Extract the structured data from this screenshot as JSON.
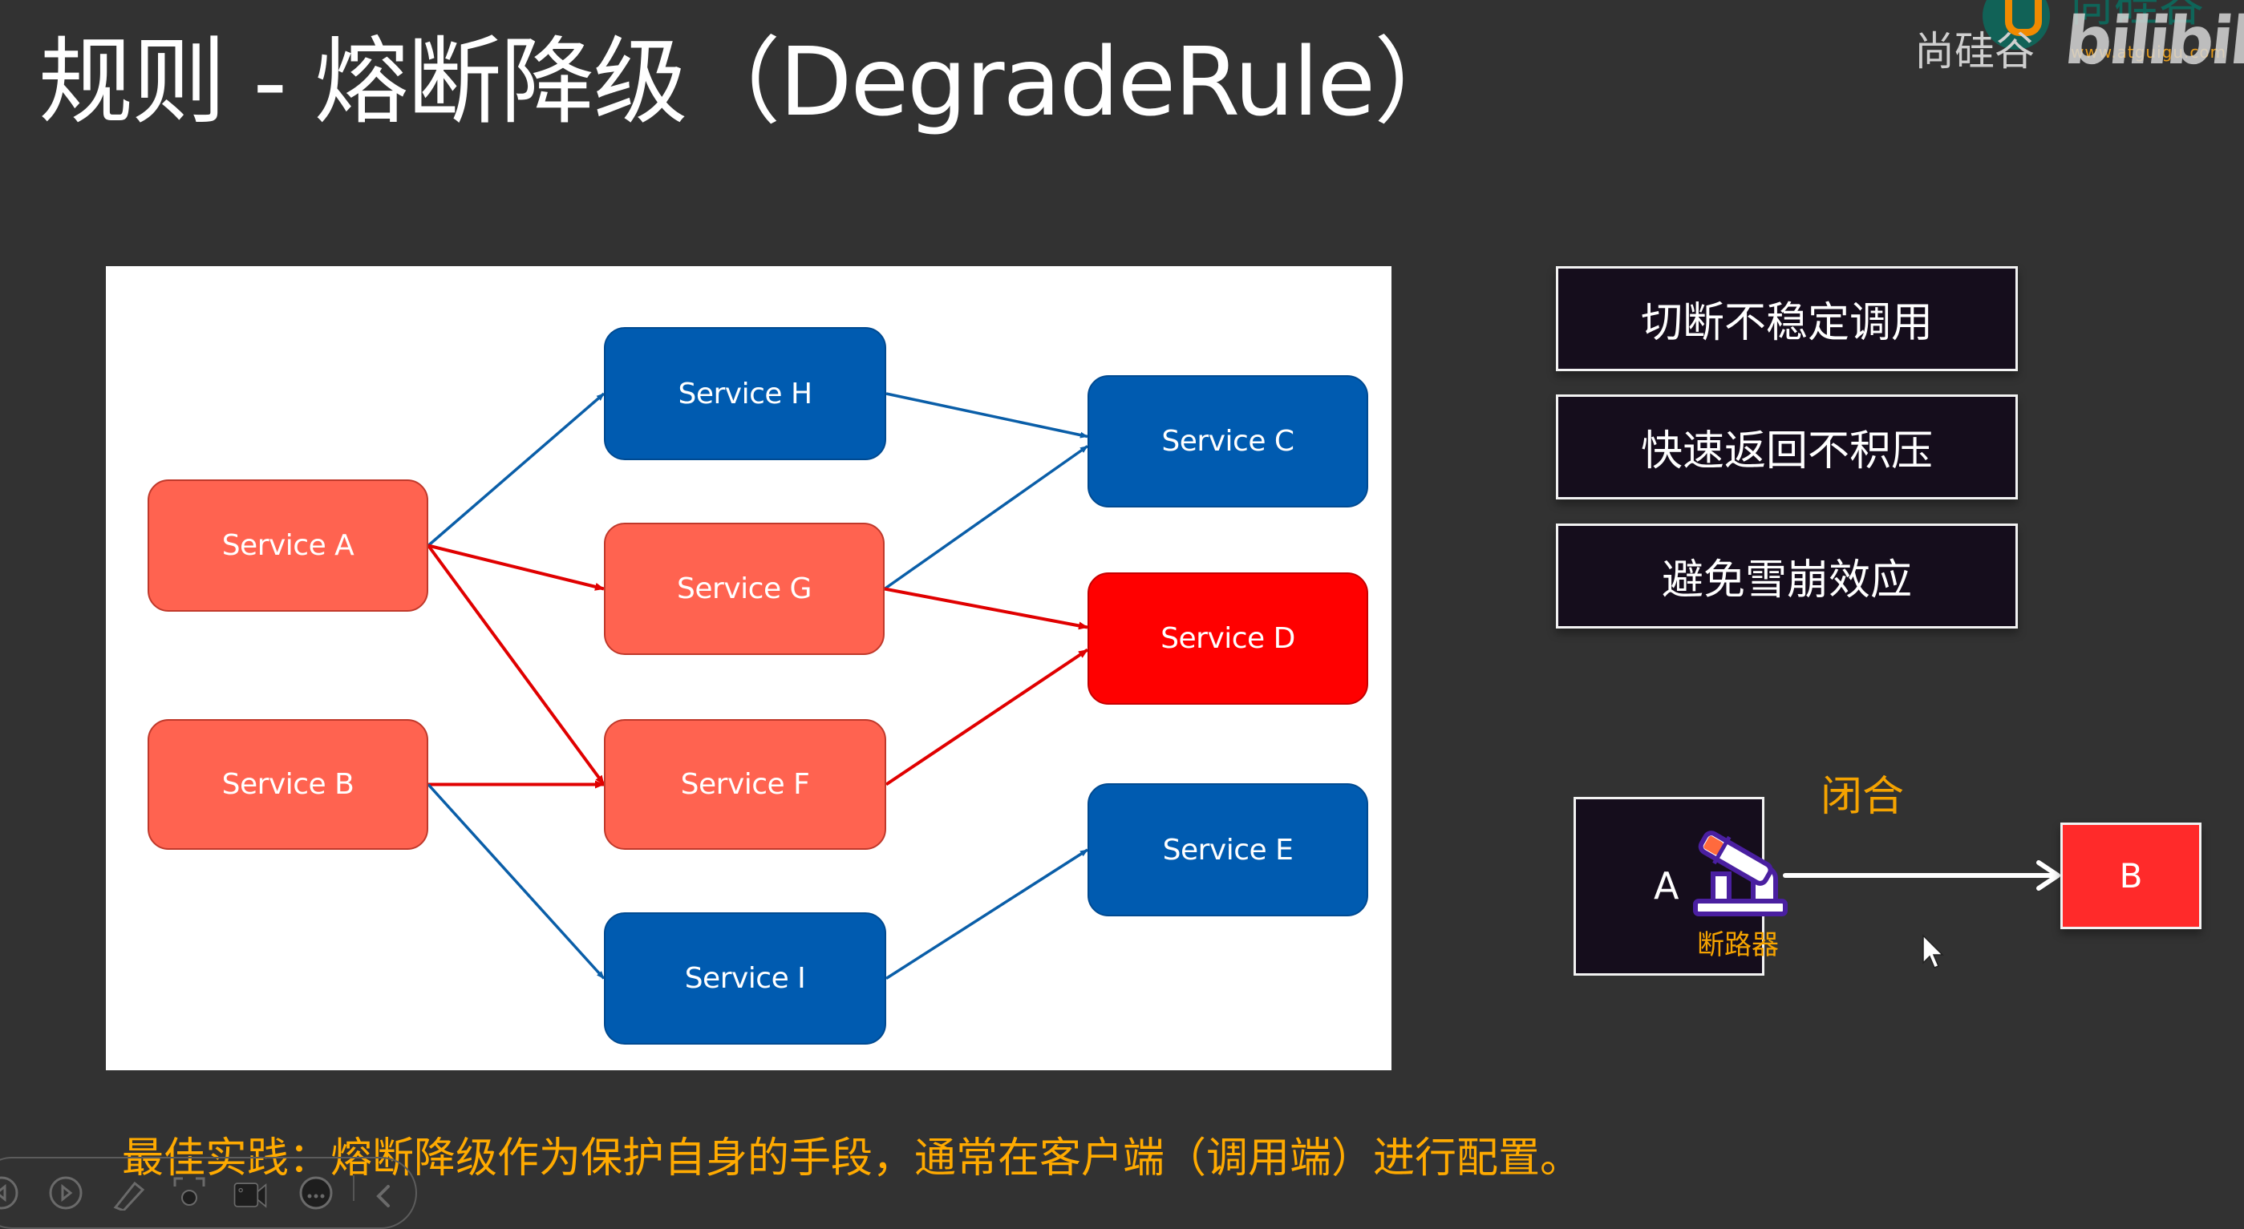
{
  "slide": {
    "title": "规则 - 熔断降级（DegradeRule）",
    "watermark": {
      "brand": "尚硅谷",
      "logo_teal_text": "尚硅谷",
      "url": "www.atguigu.com",
      "platform": "bilibili"
    }
  },
  "diagram": {
    "colors": {
      "healthy": "#005bb0",
      "affected": "#ff6350",
      "failed": "#ff0000",
      "edge_normal": "#0a5ea8",
      "edge_failing": "#e00000"
    },
    "nodes": [
      {
        "id": "A",
        "label": "Service A",
        "status": "affected"
      },
      {
        "id": "B",
        "label": "Service B",
        "status": "affected"
      },
      {
        "id": "H",
        "label": "Service H",
        "status": "healthy"
      },
      {
        "id": "G",
        "label": "Service G",
        "status": "affected"
      },
      {
        "id": "F",
        "label": "Service F",
        "status": "affected"
      },
      {
        "id": "I",
        "label": "Service I",
        "status": "healthy"
      },
      {
        "id": "C",
        "label": "Service C",
        "status": "healthy"
      },
      {
        "id": "D",
        "label": "Service D",
        "status": "failed"
      },
      {
        "id": "E",
        "label": "Service E",
        "status": "healthy"
      }
    ],
    "edges": [
      {
        "from": "A",
        "to": "H",
        "status": "normal"
      },
      {
        "from": "A",
        "to": "G",
        "status": "failing"
      },
      {
        "from": "A",
        "to": "F",
        "status": "failing"
      },
      {
        "from": "B",
        "to": "F",
        "status": "failing"
      },
      {
        "from": "B",
        "to": "I",
        "status": "normal"
      },
      {
        "from": "H",
        "to": "C",
        "status": "normal"
      },
      {
        "from": "G",
        "to": "C",
        "status": "normal"
      },
      {
        "from": "G",
        "to": "D",
        "status": "failing"
      },
      {
        "from": "F",
        "to": "D",
        "status": "failing"
      },
      {
        "from": "I",
        "to": "E",
        "status": "normal"
      }
    ]
  },
  "benefits": [
    {
      "label": "切断不稳定调用"
    },
    {
      "label": "快速返回不积压"
    },
    {
      "label": "避免雪崩效应"
    }
  ],
  "breaker_demo": {
    "caller": "A",
    "callee": "B",
    "breaker_label": "断路器",
    "state_label": "闭合",
    "breaker_icon": "circuit-breaker-icon"
  },
  "footer": {
    "best_practice": "最佳实践：熔断降级作为保护自身的手段，通常在客户端（调用端）进行配置。"
  },
  "toolbar": {
    "icons": [
      "previous-icon",
      "play-icon",
      "pen-icon",
      "focus-icon",
      "camera-icon",
      "more-icon",
      "collapse-icon"
    ]
  }
}
